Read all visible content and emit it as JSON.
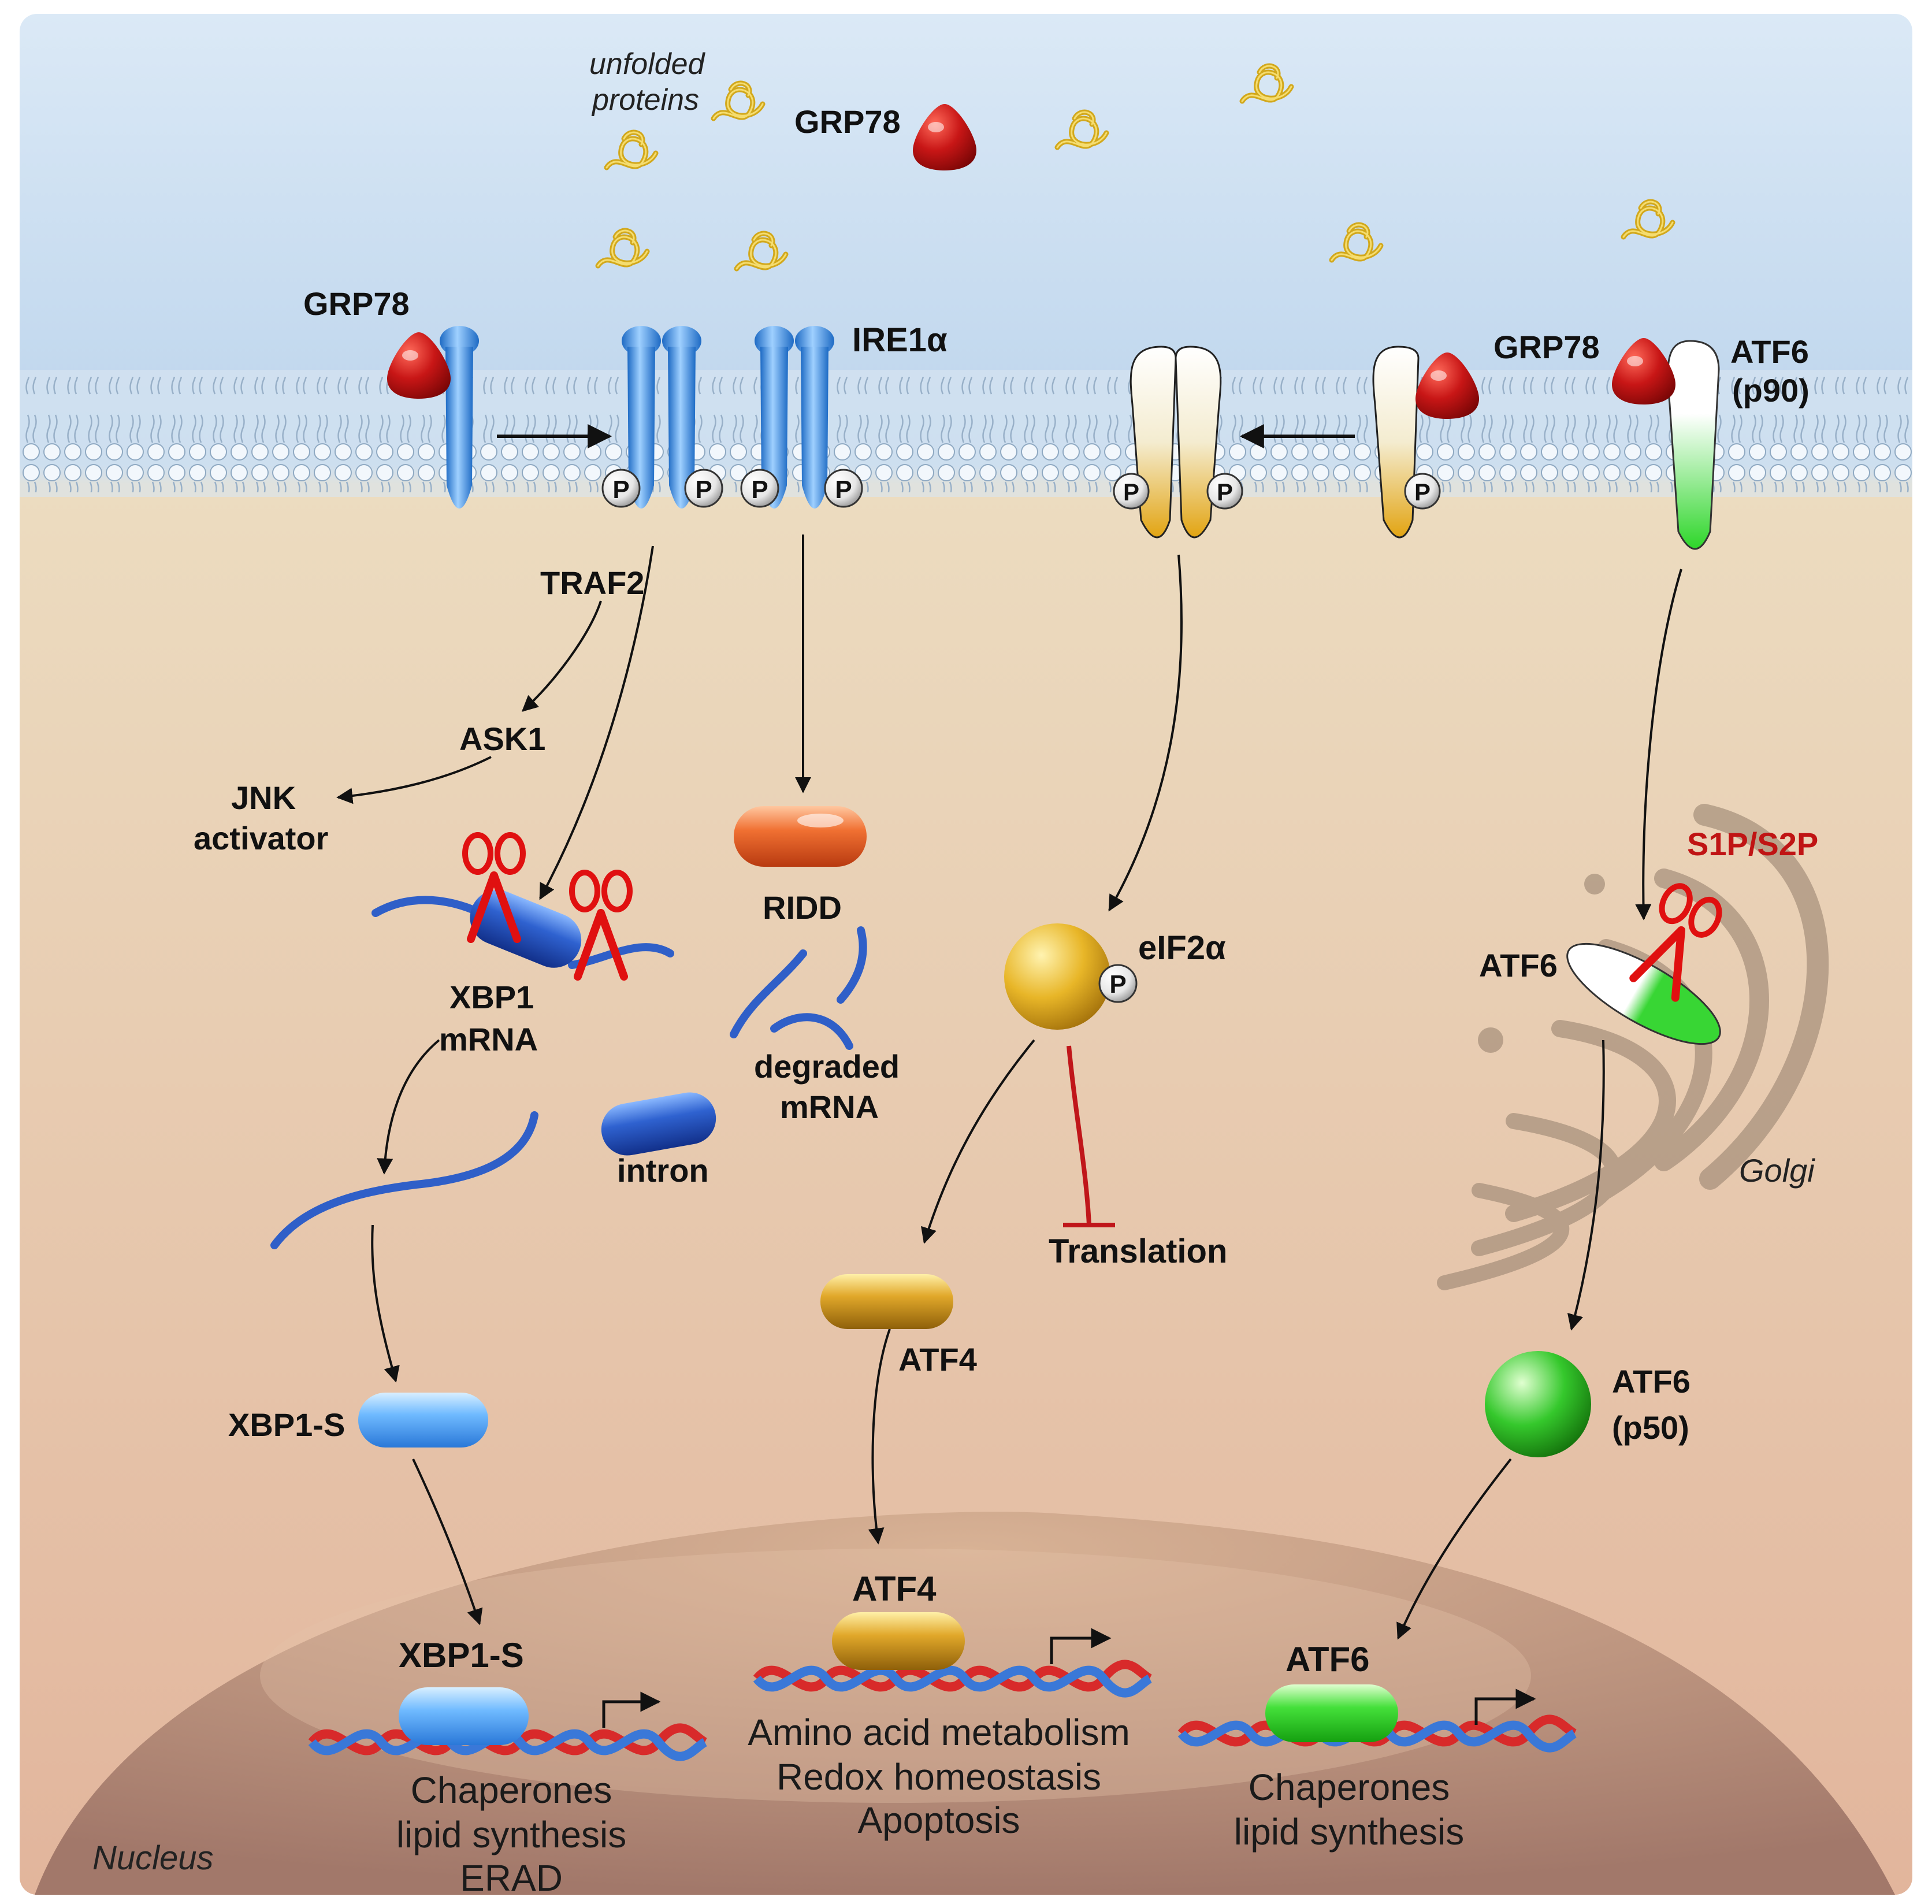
{
  "labels": {
    "unfolded_proteins_line1": "unfolded",
    "unfolded_proteins_line2": "proteins",
    "grp78_top": "GRP78",
    "grp78_left": "GRP78",
    "ire1a": "IRE1α",
    "grp78_right": "GRP78",
    "atf6_p90_line1": "ATF6",
    "atf6_p90_line2": "(p90)",
    "phospho": "P",
    "traf2": "TRAF2",
    "ask1": "ASK1",
    "jnk_line1": "JNK",
    "jnk_line2": "activator",
    "ridd": "RIDD",
    "xbp1_mrna_line1": "XBP1",
    "xbp1_mrna_line2": "mRNA",
    "degraded_line1": "degraded",
    "degraded_line2": "mRNA",
    "intron": "intron",
    "eif2a": "eIF2α",
    "translation": "Translation",
    "s1p_s2p": "S1P/S2P",
    "atf6_golgi": "ATF6",
    "golgi": "Golgi",
    "atf4_cyto": "ATF4",
    "atf6_p50_line1": "ATF6",
    "atf6_p50_line2": "(p50)",
    "xbp1s_cyto": "XBP1-S",
    "xbp1s_nuc": "XBP1-S",
    "atf4_nuc": "ATF4",
    "atf6_nuc": "ATF6",
    "nucleus": "Nucleus"
  },
  "outputs": {
    "xbp1": [
      "Chaperones",
      "lipid synthesis",
      "ERAD"
    ],
    "atf4": [
      "Amino acid metabolism",
      "Redox homeostasis",
      "Apoptosis"
    ],
    "atf6": [
      "Chaperones",
      "lipid synthesis"
    ]
  },
  "colors": {
    "ire1": "#4a9be8",
    "perk_gold": "#e8a81a",
    "atf6_green": "#3fd93a",
    "grp78_red": "#c01818",
    "rna_blue": "#2f5fc8",
    "inhibit_red": "#c0161a",
    "scissors_red": "#e01010"
  }
}
